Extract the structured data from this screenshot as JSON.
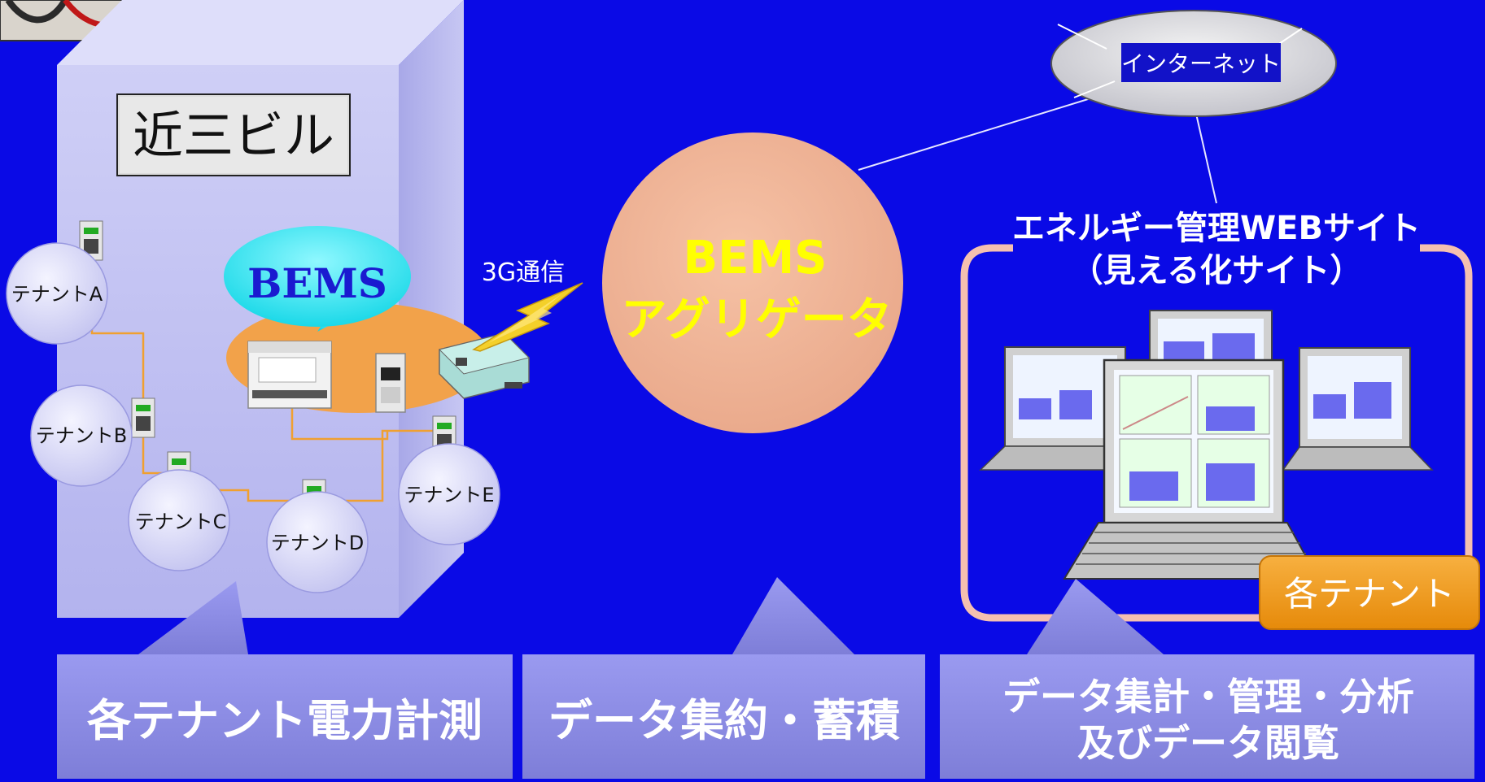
{
  "building": {
    "name": "近三ビル",
    "tenants": [
      "テナントA",
      "テナントB",
      "テナントC",
      "テナントD",
      "テナントE"
    ]
  },
  "bems": {
    "label": "BEMS"
  },
  "comm": {
    "label": "3G通信"
  },
  "aggregator": {
    "line1": "BEMS",
    "line2": "アグリゲータ"
  },
  "internet": {
    "label": "インターネット"
  },
  "website": {
    "line1": "エネルギー管理WEBサイト",
    "line2": "（見える化サイト）"
  },
  "tenant_badge": "各テナント",
  "callouts": {
    "measure": "各テナント電力計測",
    "aggregate": "データ集約・蓄積",
    "analyze_line1": "データ集計・管理・分析",
    "analyze_line2": "及びデータ閲覧"
  },
  "colors": {
    "background": "#0a0ae6",
    "accent_yellow": "#ffff00",
    "bems_cyan": "#22e6f0",
    "orange_badge": "#f29a1a",
    "callout_fill": "#8f8fe6"
  }
}
